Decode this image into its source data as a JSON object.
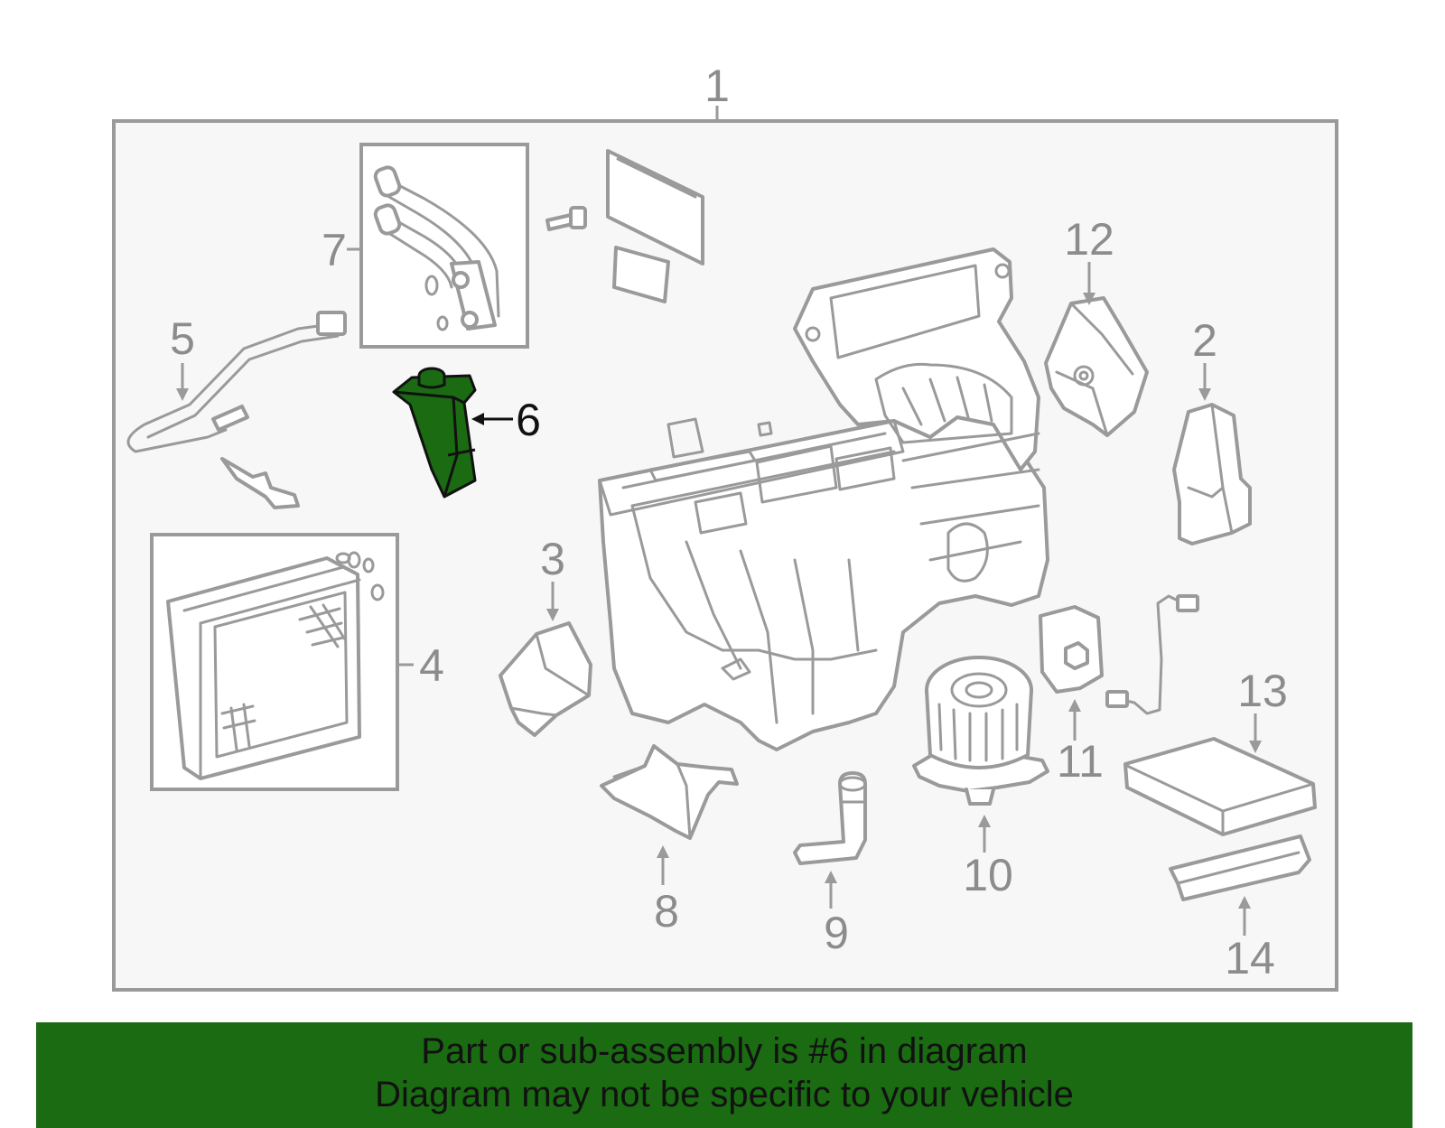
{
  "diagram": {
    "callouts": {
      "c1": "1",
      "c2": "2",
      "c3": "3",
      "c4": "4",
      "c5": "5",
      "c6": "6",
      "c7": "7",
      "c8": "8",
      "c9": "9",
      "c10": "10",
      "c11": "11",
      "c12": "12",
      "c13": "13",
      "c14": "14"
    },
    "highlighted_part": "6",
    "colors": {
      "highlight": "#1a6b12",
      "outline": "#9a9a9a",
      "panel": "#f7f7f7"
    }
  },
  "banner": {
    "line1": "Part or sub-assembly is #6 in diagram",
    "line2": "Diagram may not be specific to your vehicle"
  }
}
